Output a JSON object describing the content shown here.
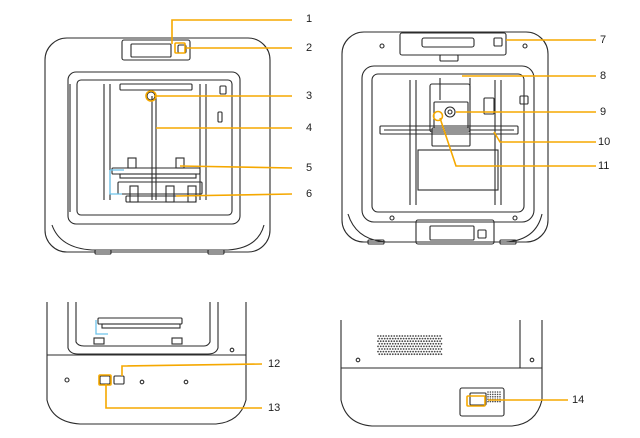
{
  "callouts": {
    "c1": "1",
    "c2": "2",
    "c3": "3",
    "c4": "4",
    "c5": "5",
    "c6": "6",
    "c7": "7",
    "c8": "8",
    "c9": "9",
    "c10": "10",
    "c11": "11",
    "c12": "12",
    "c13": "13",
    "c14": "14"
  },
  "colors": {
    "leader": "#f5a800",
    "outline": "#2b2b2b",
    "accent_blue": "#6ec4ea"
  }
}
